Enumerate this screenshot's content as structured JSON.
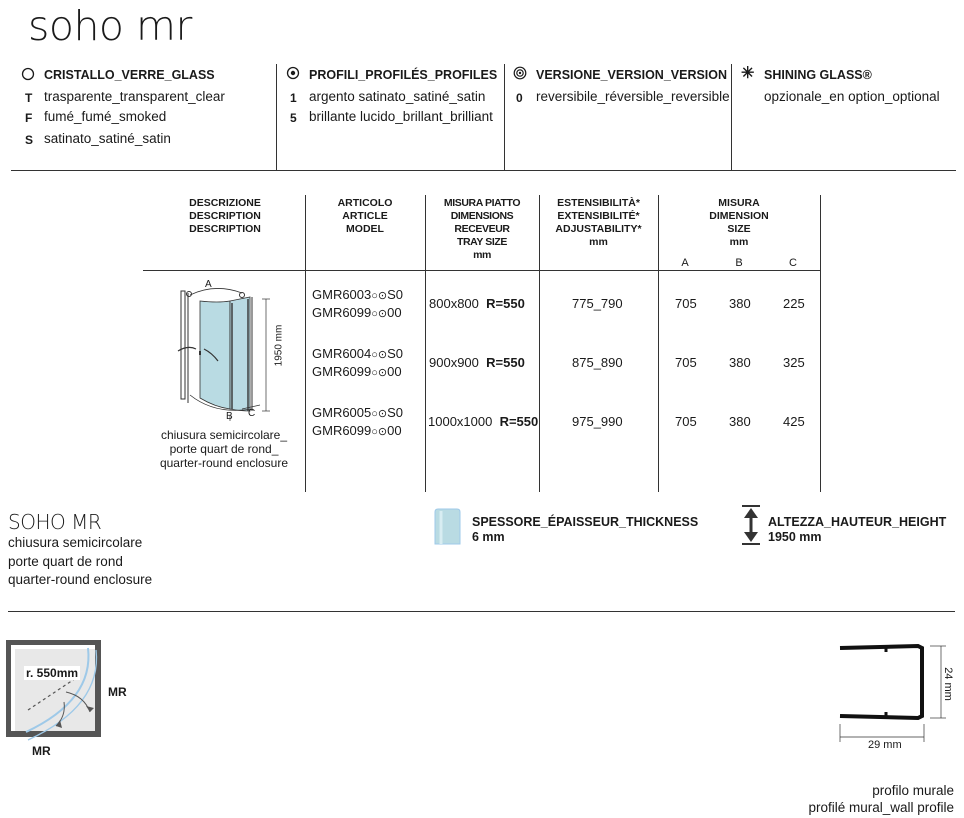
{
  "title": "soho mr",
  "legend": {
    "glass": {
      "icon": "circle-icon",
      "heading": "CRISTALLO_VERRE_GLASS",
      "items": [
        {
          "key": "T",
          "label": "trasparente_transparent_clear"
        },
        {
          "key": "F",
          "label": "fumé_fumé_smoked"
        },
        {
          "key": "S",
          "label": "satinato_satiné_satin"
        }
      ]
    },
    "profiles": {
      "icon": "dot-circle-icon",
      "heading": "PROFILI_PROFILÉS_PROFILES",
      "items": [
        {
          "key": "1",
          "label": "argento satinato_satiné_satin"
        },
        {
          "key": "5",
          "label": "brillante lucido_brillant_brilliant"
        }
      ]
    },
    "version": {
      "icon": "double-circle-icon",
      "heading": "VERSIONE_VERSION_VERSION",
      "items": [
        {
          "key": "0",
          "label": "reversibile_réversible_reversible"
        }
      ]
    },
    "shining": {
      "icon": "asterisk-icon",
      "heading": "SHINING GLASS®",
      "items": [
        {
          "key": "",
          "label": "opzionale_en option_optional"
        }
      ]
    }
  },
  "table": {
    "headers": {
      "description": [
        "DESCRIZIONE",
        "DESCRIPTION",
        "DESCRIPTION"
      ],
      "article": [
        "ARTICOLO",
        "ARTICLE",
        "MODEL"
      ],
      "tray": [
        "MISURA PIATTO",
        "DIMENSIONS RECEVEUR",
        "TRAY SIZE",
        "mm"
      ],
      "ext": [
        "ESTENSIBILITÀ*",
        "EXTENSIBILITÉ*",
        "ADJUSTABILITY*",
        "mm"
      ],
      "dim": [
        "MISURA",
        "DIMENSION",
        "SIZE",
        "mm"
      ],
      "dim_cols": [
        "A",
        "B",
        "C"
      ]
    },
    "product_caption": [
      "chiusura semicircolare_",
      "porte quart de rond_",
      "quarter-round enclosure"
    ],
    "diagram_labels": {
      "a": "A",
      "b": "B",
      "c": "C",
      "height": "1950 mm"
    },
    "rows": [
      {
        "art1": "GMR6003",
        "suf1": "S0",
        "art2": "GMR6099",
        "suf2": "00",
        "tray": "800x800",
        "radius": "R=550",
        "ext": "775_790",
        "a": "705",
        "b": "380",
        "c": "225"
      },
      {
        "art1": "GMR6004",
        "suf1": "S0",
        "art2": "GMR6099",
        "suf2": "00",
        "tray": "900x900",
        "radius": "R=550",
        "ext": "875_890",
        "a": "705",
        "b": "380",
        "c": "325"
      },
      {
        "art1": "GMR6005",
        "suf1": "S0",
        "art2": "GMR6099",
        "suf2": "00",
        "tray": "1000x1000",
        "radius": "R=550",
        "ext": "975_990",
        "a": "705",
        "b": "380",
        "c": "425"
      }
    ]
  },
  "product": {
    "name": "SOHO MR",
    "lines": [
      "chiusura semicircolare",
      "porte quart de rond",
      "quarter-round enclosure"
    ]
  },
  "thickness": {
    "label": "SPESSORE_ÉPAISSEUR_THICKNESS",
    "value": "6 mm"
  },
  "height": {
    "label": "ALTEZZA_HAUTEUR_HEIGHT",
    "value": "1950 mm"
  },
  "plan": {
    "radius": "r. 550mm",
    "mr_right": "MR",
    "mr_bottom": "MR"
  },
  "profile": {
    "height": "24 mm",
    "width": "29 mm",
    "caption1": "profilo murale",
    "caption2": "profilé mural_wall profile"
  },
  "colors": {
    "glass": "#b9dbe3",
    "line": "#333333",
    "accent_blue": "#9ec9e8"
  }
}
